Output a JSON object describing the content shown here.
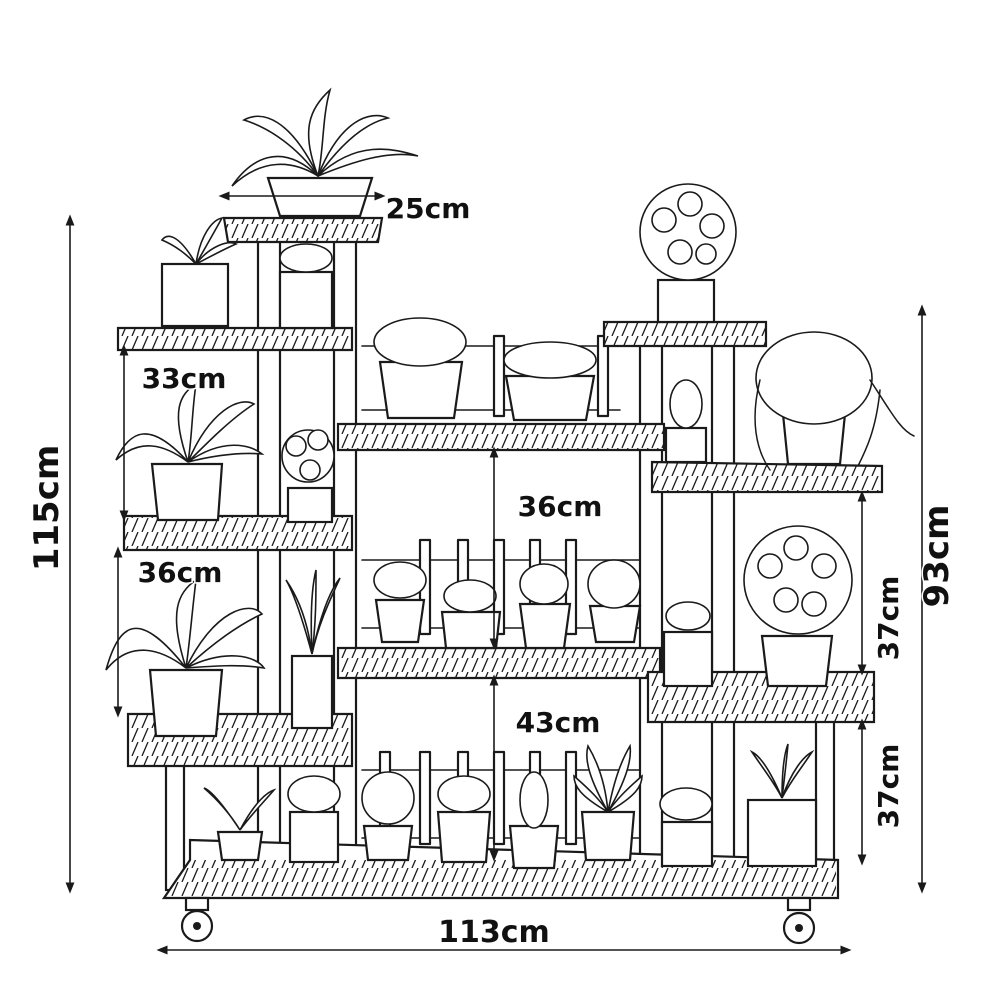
{
  "dimensions": {
    "total_height": "115cm",
    "side_height": "93cm",
    "total_width": "113cm",
    "top_shelf_width": "25cm",
    "left_gap_upper": "33cm",
    "left_gap_lower": "36cm",
    "center_gap_upper": "36cm",
    "center_gap_lower": "43cm",
    "right_gap_upper": "37cm",
    "right_gap_lower": "37cm"
  },
  "colors": {
    "ink": "#1a1a1a",
    "background": "#ffffff"
  }
}
